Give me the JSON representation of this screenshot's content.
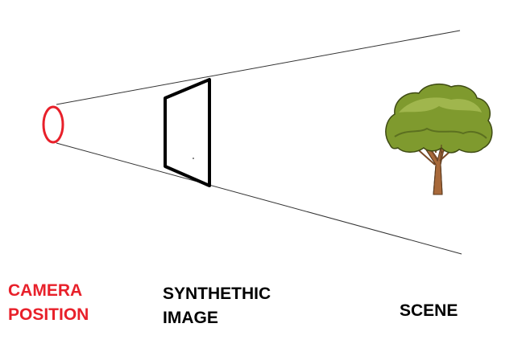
{
  "labels": {
    "camera_line1": "CAMERA",
    "camera_line2": "POSITION",
    "image_line1": "SYNTHETHIC",
    "image_line2": "IMAGE",
    "scene": "SCENE"
  },
  "colors": {
    "camera": "#e8202a",
    "text": "#000000",
    "lines": "#333333",
    "foliage": "#7f9a2e",
    "trunk": "#a8693a"
  },
  "icons": {
    "camera": "ellipse",
    "image_plane": "quadrilateral",
    "scene": "tree-image"
  }
}
